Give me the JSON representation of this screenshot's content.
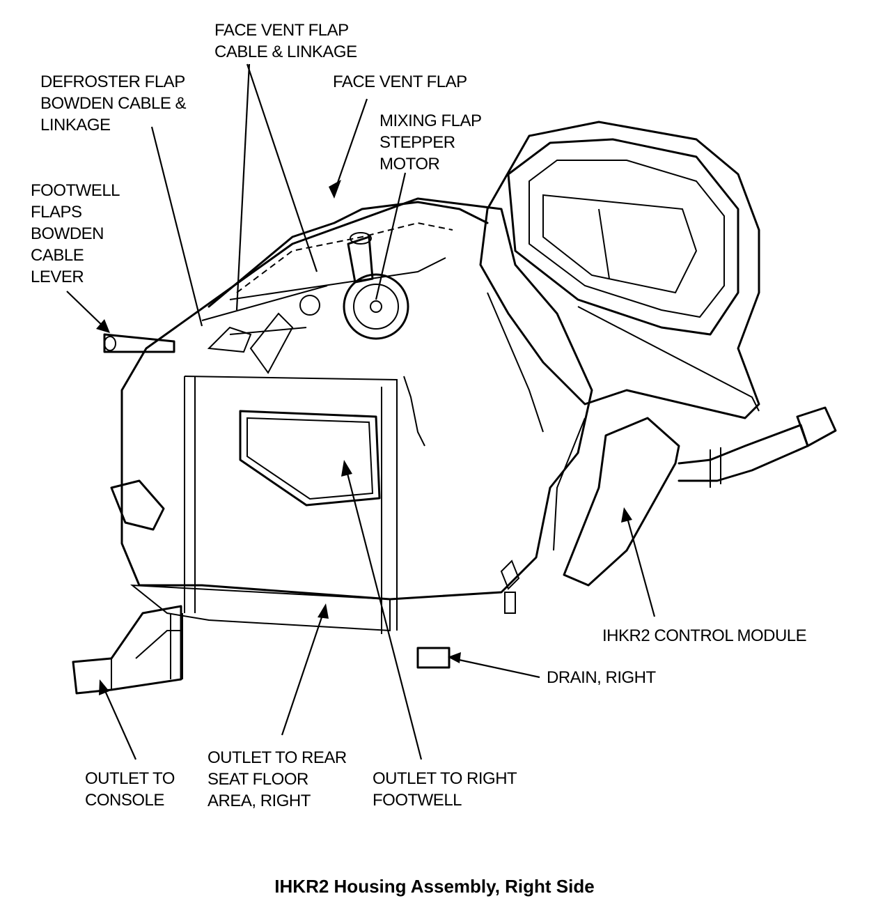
{
  "labels": {
    "face_vent_cable": "FACE VENT FLAP\nCABLE & LINKAGE",
    "defroster": "DEFROSTER FLAP\nBOWDEN CABLE &\nLINKAGE",
    "face_vent_flap": "FACE VENT FLAP",
    "mixing_flap": "MIXING FLAP\nSTEPPER\nMOTOR",
    "footwell_flaps": "FOOTWELL\nFLAPS\nBOWDEN\nCABLE\nLEVER",
    "control_module": "IHKR2 CONTROL MODULE",
    "drain_right": "DRAIN, RIGHT",
    "outlet_console": "OUTLET TO\nCONSOLE",
    "outlet_rear_seat": "OUTLET TO REAR\nSEAT FLOOR\nAREA, RIGHT",
    "outlet_right_footwell": "OUTLET TO RIGHT\nFOOTWELL"
  },
  "caption": "IHKR2 Housing Assembly, Right Side"
}
